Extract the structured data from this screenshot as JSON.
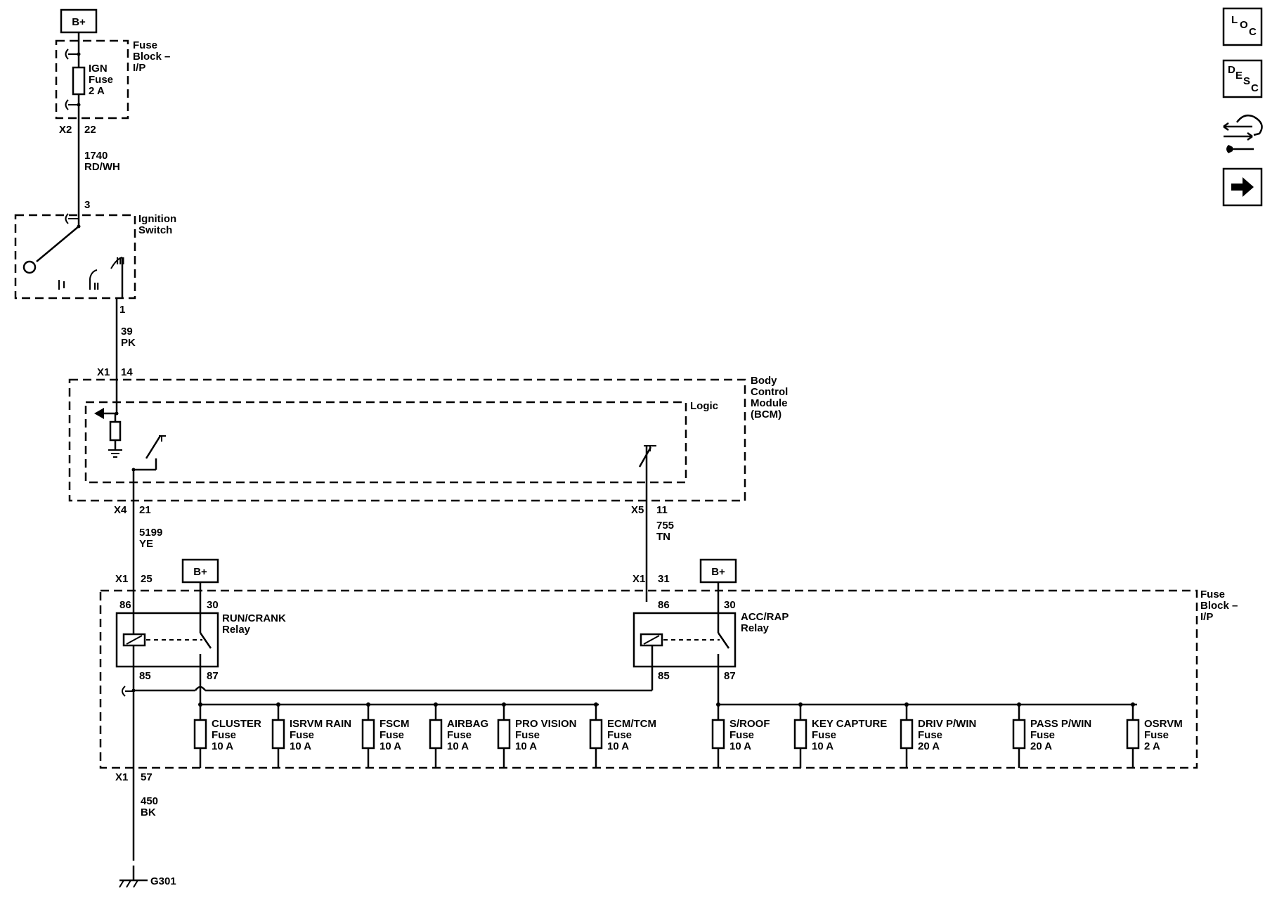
{
  "power_label": "B+",
  "fuse_block_ip_upper": {
    "l1": "Fuse",
    "l2": "Block –",
    "l3": "I/P"
  },
  "ign_fuse": {
    "l1": "IGN",
    "l2": "Fuse",
    "l3": "2 A"
  },
  "x2": "X2",
  "pin_22": "22",
  "wire_1740": {
    "num": "1740",
    "color": "RD/WH"
  },
  "pin_3": "3",
  "ignition_switch": {
    "l1": "Ignition",
    "l2": "Switch",
    "pos_I": "I",
    "pos_II": "II",
    "pos_III": "III"
  },
  "pin_1": "1",
  "wire_39": {
    "num": "39",
    "color": "PK"
  },
  "x1": "X1",
  "pin_14": "14",
  "bcm": {
    "l1": "Body",
    "l2": "Control",
    "l3": "Module",
    "l4": "(BCM)",
    "logic": "Logic"
  },
  "x4": "X4",
  "pin_21": "21",
  "x5": "X5",
  "pin_11": "11",
  "wire_5199": {
    "num": "5199",
    "color": "YE"
  },
  "wire_755": {
    "num": "755",
    "color": "TN"
  },
  "pin_25": "25",
  "pin_31": "31",
  "fuse_block_ip_lower": {
    "l1": "Fuse",
    "l2": "Block –",
    "l3": "I/P"
  },
  "run_crank_relay": {
    "l1": "RUN/CRANK",
    "l2": "Relay",
    "p86": "86",
    "p30": "30",
    "p85": "85",
    "p87": "87"
  },
  "acc_rap_relay": {
    "l1": "ACC/RAP",
    "l2": "Relay",
    "p86": "86",
    "p30": "30",
    "p85": "85",
    "p87": "87"
  },
  "fuses": [
    {
      "name": "CLUSTER",
      "type": "Fuse",
      "rating": "10 A"
    },
    {
      "name": "ISRVM RAIN",
      "type": "Fuse",
      "rating": "10 A"
    },
    {
      "name": "FSCM",
      "type": "Fuse",
      "rating": "10 A"
    },
    {
      "name": "AIRBAG",
      "type": "Fuse",
      "rating": "10 A"
    },
    {
      "name": "PRO VISION",
      "type": "Fuse",
      "rating": "10 A"
    },
    {
      "name": "ECM/TCM",
      "type": "Fuse",
      "rating": "10 A"
    },
    {
      "name": "S/ROOF",
      "type": "Fuse",
      "rating": "10 A"
    },
    {
      "name": "KEY CAPTURE",
      "type": "Fuse",
      "rating": "10 A"
    },
    {
      "name": "DRIV P/WIN",
      "type": "Fuse",
      "rating": "20 A"
    },
    {
      "name": "PASS P/WIN",
      "type": "Fuse",
      "rating": "20 A"
    },
    {
      "name": "OSRVM",
      "type": "Fuse",
      "rating": "2 A"
    }
  ],
  "pin_57": "57",
  "wire_450": {
    "num": "450",
    "color": "BK"
  },
  "ground": "G301",
  "toolbar": {
    "loc": {
      "a": "L",
      "b": "O",
      "c": "C",
      "icon": "location-icon"
    },
    "desc": {
      "a": "D",
      "b": "E",
      "c": "S",
      "d": "C",
      "icon": "description-icon"
    },
    "connector_icon": "connector-repair-icon",
    "next_icon": "arrow-right-icon"
  }
}
